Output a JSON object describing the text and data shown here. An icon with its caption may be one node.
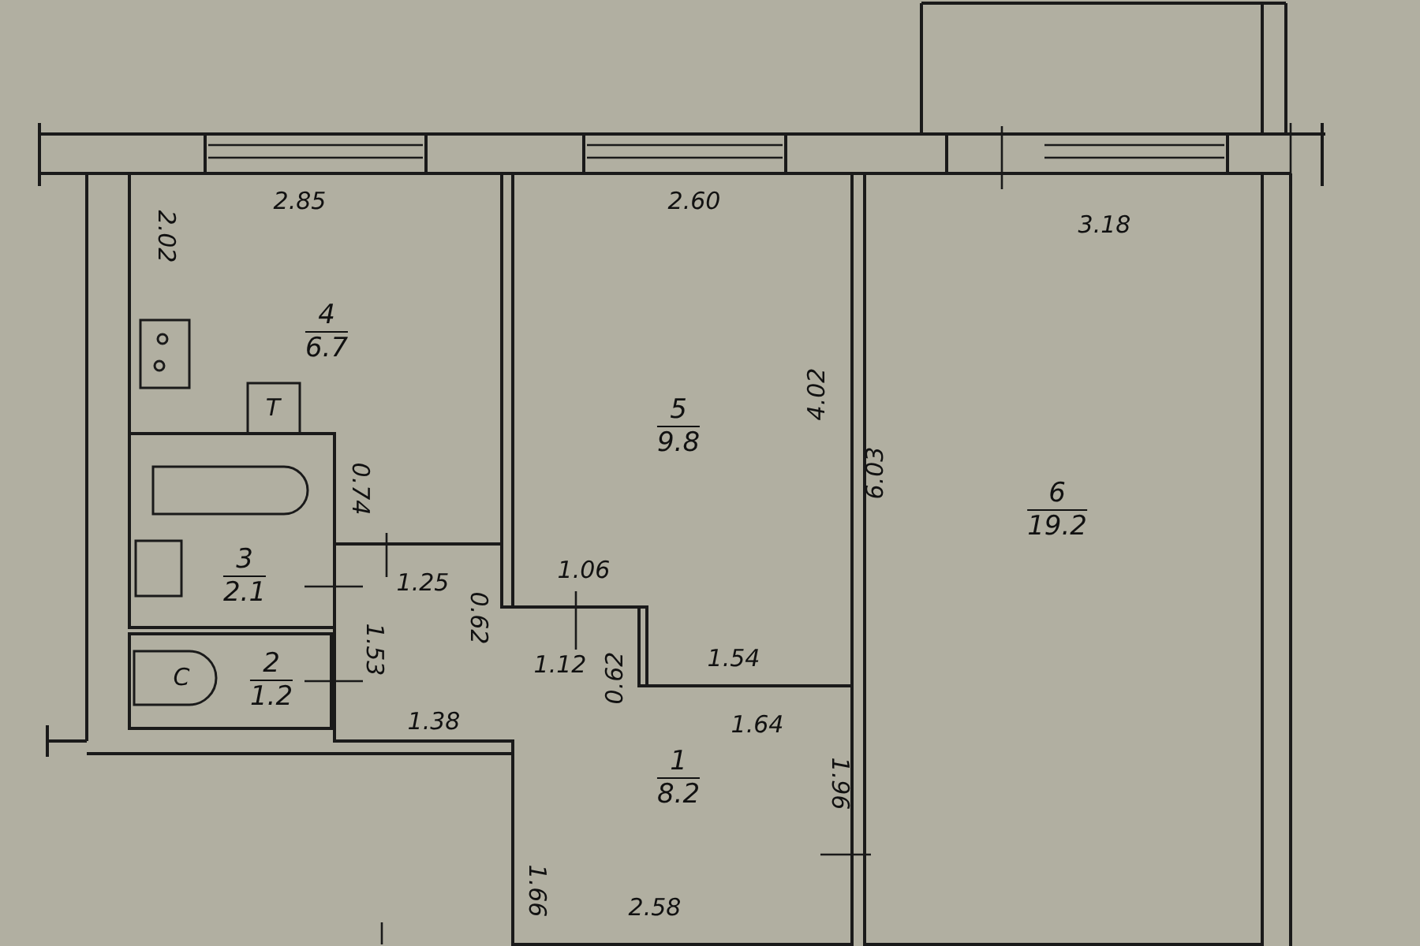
{
  "diagram": {
    "nodes": [
      {
        "text": [
          "4",
          "6.7"
        ]
      },
      {
        "text": [
          "5",
          "9.8"
        ]
      },
      {
        "text": [
          "6",
          "19.2"
        ]
      },
      {
        "text": [
          "3",
          "2.1"
        ]
      },
      {
        "text": [
          "2",
          "1.2"
        ]
      },
      {
        "text": [
          "1",
          "8.2"
        ]
      }
    ],
    "labels": [
      "2.85",
      "2.60",
      "3.18",
      "2.02",
      "Т",
      "0.74",
      "4.02",
      "6.03",
      "1.06",
      "1.25",
      "0.62",
      "1.12",
      "0.62",
      "1.54",
      "1.53",
      "С",
      "1.38",
      "1.64",
      "1.96",
      "1.66",
      "2.58"
    ]
  }
}
